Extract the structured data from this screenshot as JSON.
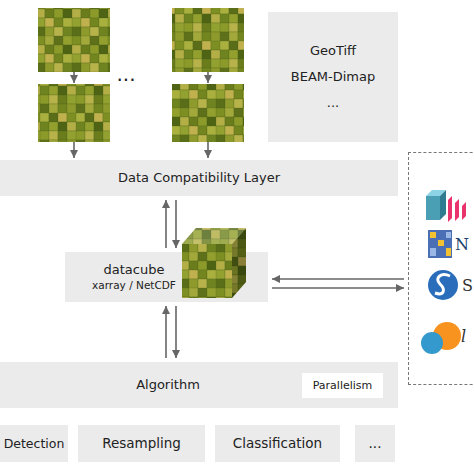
{
  "diagram": {
    "nodes": [
      {
        "text": [
          "GeoTiff",
          "BEAM-Dimap",
          "..."
        ]
      },
      {
        "text": [
          "Data Compatibility Layer"
        ]
      },
      {
        "text": [
          "datacube",
          "xarray / NetCDF"
        ]
      },
      {
        "text": [
          "N",
          "S",
          "l"
        ]
      },
      {
        "text": [
          "Algorithm"
        ]
      },
      {
        "text": [
          "Parallelism"
        ],
        "in": 4
      },
      {
        "text": [
          "Detection"
        ]
      },
      {
        "text": [
          "Resampling"
        ]
      },
      {
        "text": [
          "Classification"
        ]
      },
      {
        "text": [
          "..."
        ]
      }
    ],
    "edges": [
      {
        "from": 1,
        "to": 2,
        "arrow": "both"
      },
      {
        "from": 2,
        "to": 3,
        "arrow": "both"
      },
      {
        "from": 2,
        "to": 4,
        "arrow": "both"
      }
    ],
    "labels": [
      "..."
    ]
  }
}
